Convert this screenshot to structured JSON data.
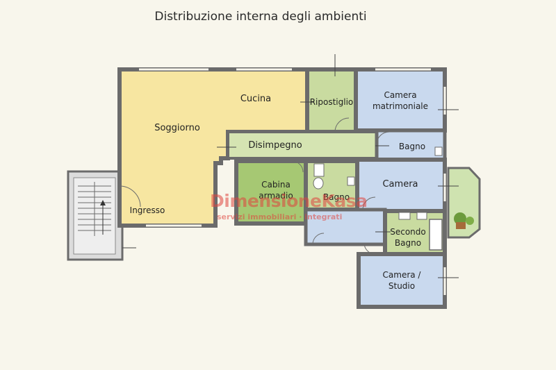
{
  "title": "Distribuzione interna degli ambienti",
  "rooms": {
    "soggiorno": "Soggiorno",
    "cucina": "Cucina",
    "ripostiglio": "Ripostiglio",
    "camera_matrimoniale_1": "Camera",
    "camera_matrimoniale_2": "matrimoniale",
    "disimpegno": "Disimpegno",
    "bagno_1": "Bagno",
    "cabina_1": "Cabina",
    "cabina_2": "armadio",
    "bagno_2": "Bagno",
    "camera": "Camera",
    "ingresso": "Ingresso",
    "secondo_bagno_1": "Secondo",
    "secondo_bagno_2": "Bagno",
    "camera_studio_1": "Camera /",
    "camera_studio_2": "Studio"
  },
  "watermark": {
    "brand_1": "Dimensione",
    "brand_2": "Kasa",
    "tagline": "servizi immobiliari · integrati"
  },
  "colors": {
    "background": "#f8f6ec",
    "wall": "#6b6b6b",
    "living_yellow": "#f7e6a1",
    "green": "#c9dba0",
    "green_dark": "#a6c873",
    "blue": "#c9d9ee",
    "stair": "#dcdcdc",
    "terrace": "#cfe3b0"
  }
}
